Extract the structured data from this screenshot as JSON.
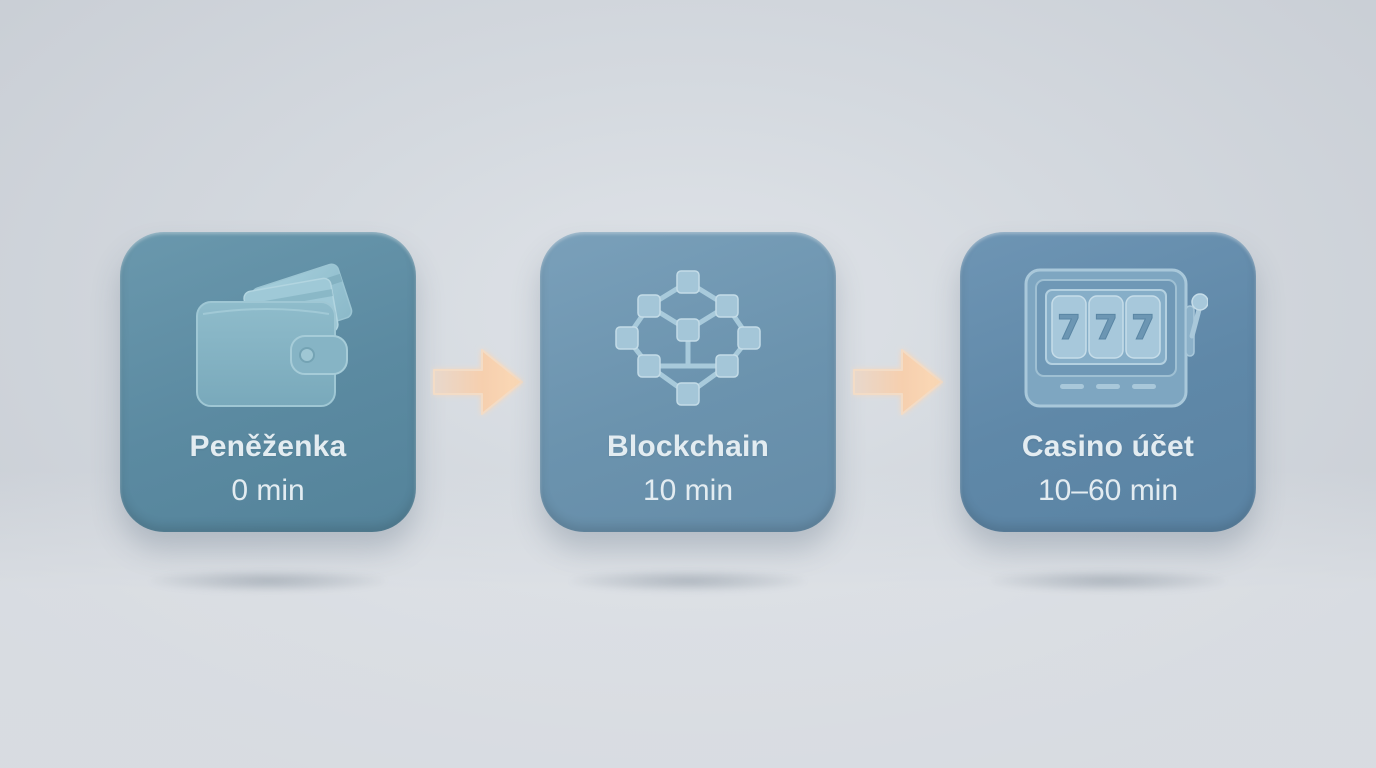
{
  "steps": [
    {
      "title": "Peněženka",
      "time": "0 min",
      "icon": "wallet-icon"
    },
    {
      "title": "Blockchain",
      "time": "10 min",
      "icon": "blockchain-network-icon"
    },
    {
      "title": "Casino účet",
      "time": "10–60 min",
      "icon": "slot-machine-icon"
    }
  ],
  "slot_reels": [
    "7",
    "7",
    "7"
  ],
  "colors": {
    "card_1": "#5b8aa1",
    "card_2": "#6b93ae",
    "card_3": "#5f88a8",
    "arrow": "#f5c9a6",
    "text": "#e3ecf1"
  }
}
